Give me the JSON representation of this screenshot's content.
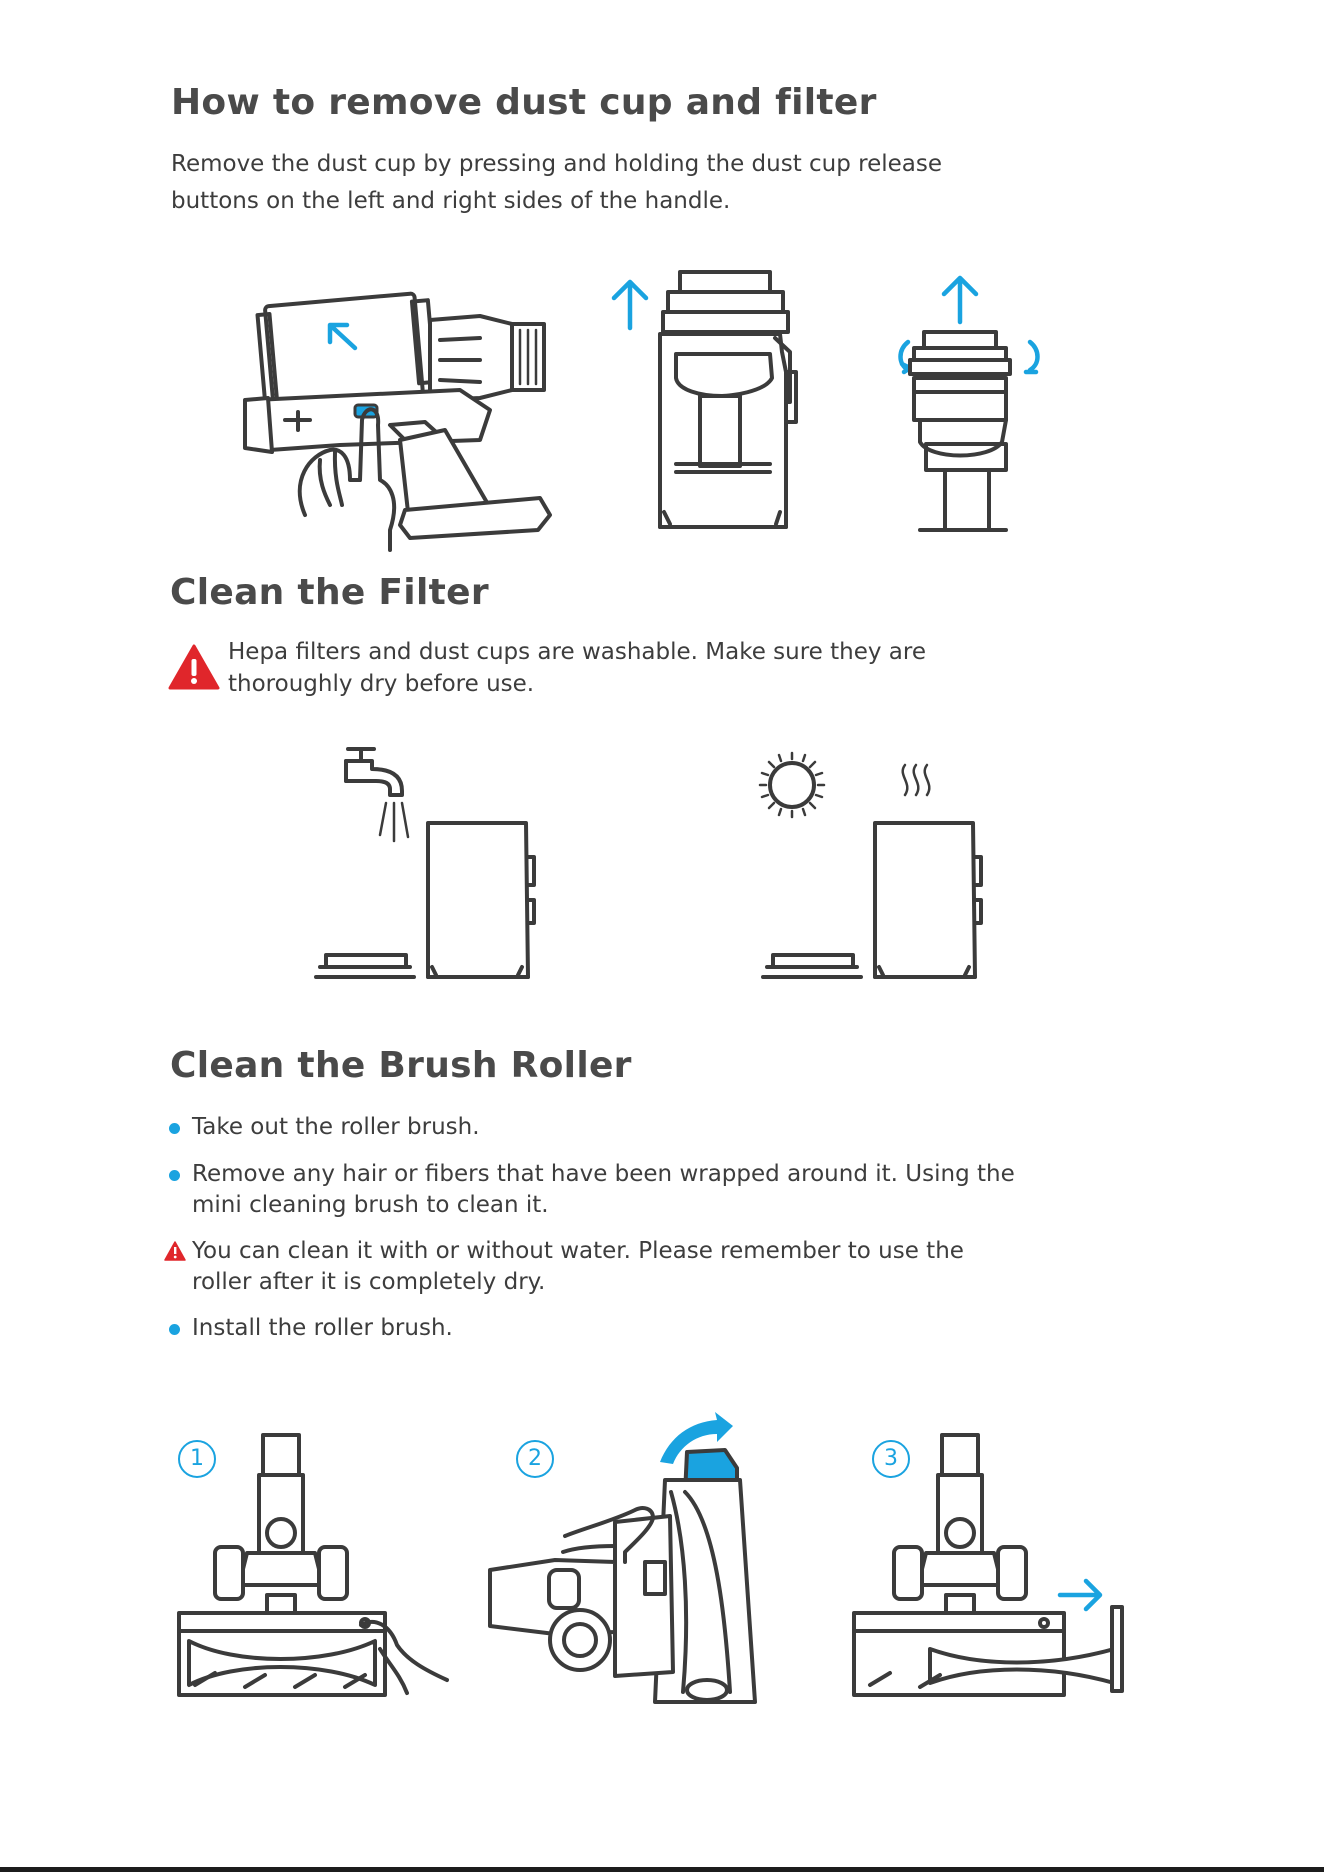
{
  "section1": {
    "title": "How to remove dust cup and filter",
    "line1": "Remove the dust cup by pressing and holding the dust cup release",
    "line2": "buttons on the left and right sides of the handle."
  },
  "section2": {
    "title": "Clean the Filter",
    "warning_line1": "Hepa filters and dust cups are washable. Make sure they are",
    "warning_line2": "thoroughly dry before use."
  },
  "section3": {
    "title": "Clean the Brush Roller",
    "items": [
      {
        "kind": "bullet",
        "line1": "Take out the roller brush.",
        "line2": ""
      },
      {
        "kind": "bullet",
        "line1": "Remove any hair or fibers that have been wrapped around it. Using the",
        "line2": "mini cleaning brush to clean it."
      },
      {
        "kind": "warning",
        "line1": "You can clean it with or without water. Please remember to use the",
        "line2": "roller after it is completely dry."
      },
      {
        "kind": "bullet",
        "line1": "Install the roller brush.",
        "line2": ""
      }
    ],
    "steps": [
      "1",
      "2",
      "3"
    ]
  },
  "icons": {
    "warning": "warning-triangle-icon",
    "bullet": "blue-dot-icon",
    "arrow": "blue-arrow-icon",
    "rotate": "rotate-arrows-icon",
    "faucet": "faucet-icon",
    "sun": "sun-icon",
    "steam": "steam-icon"
  },
  "colors": {
    "accent": "#1aa3e0",
    "warning": "#e0262b",
    "text": "#3d3d3d",
    "heading": "#4a4a4a"
  }
}
